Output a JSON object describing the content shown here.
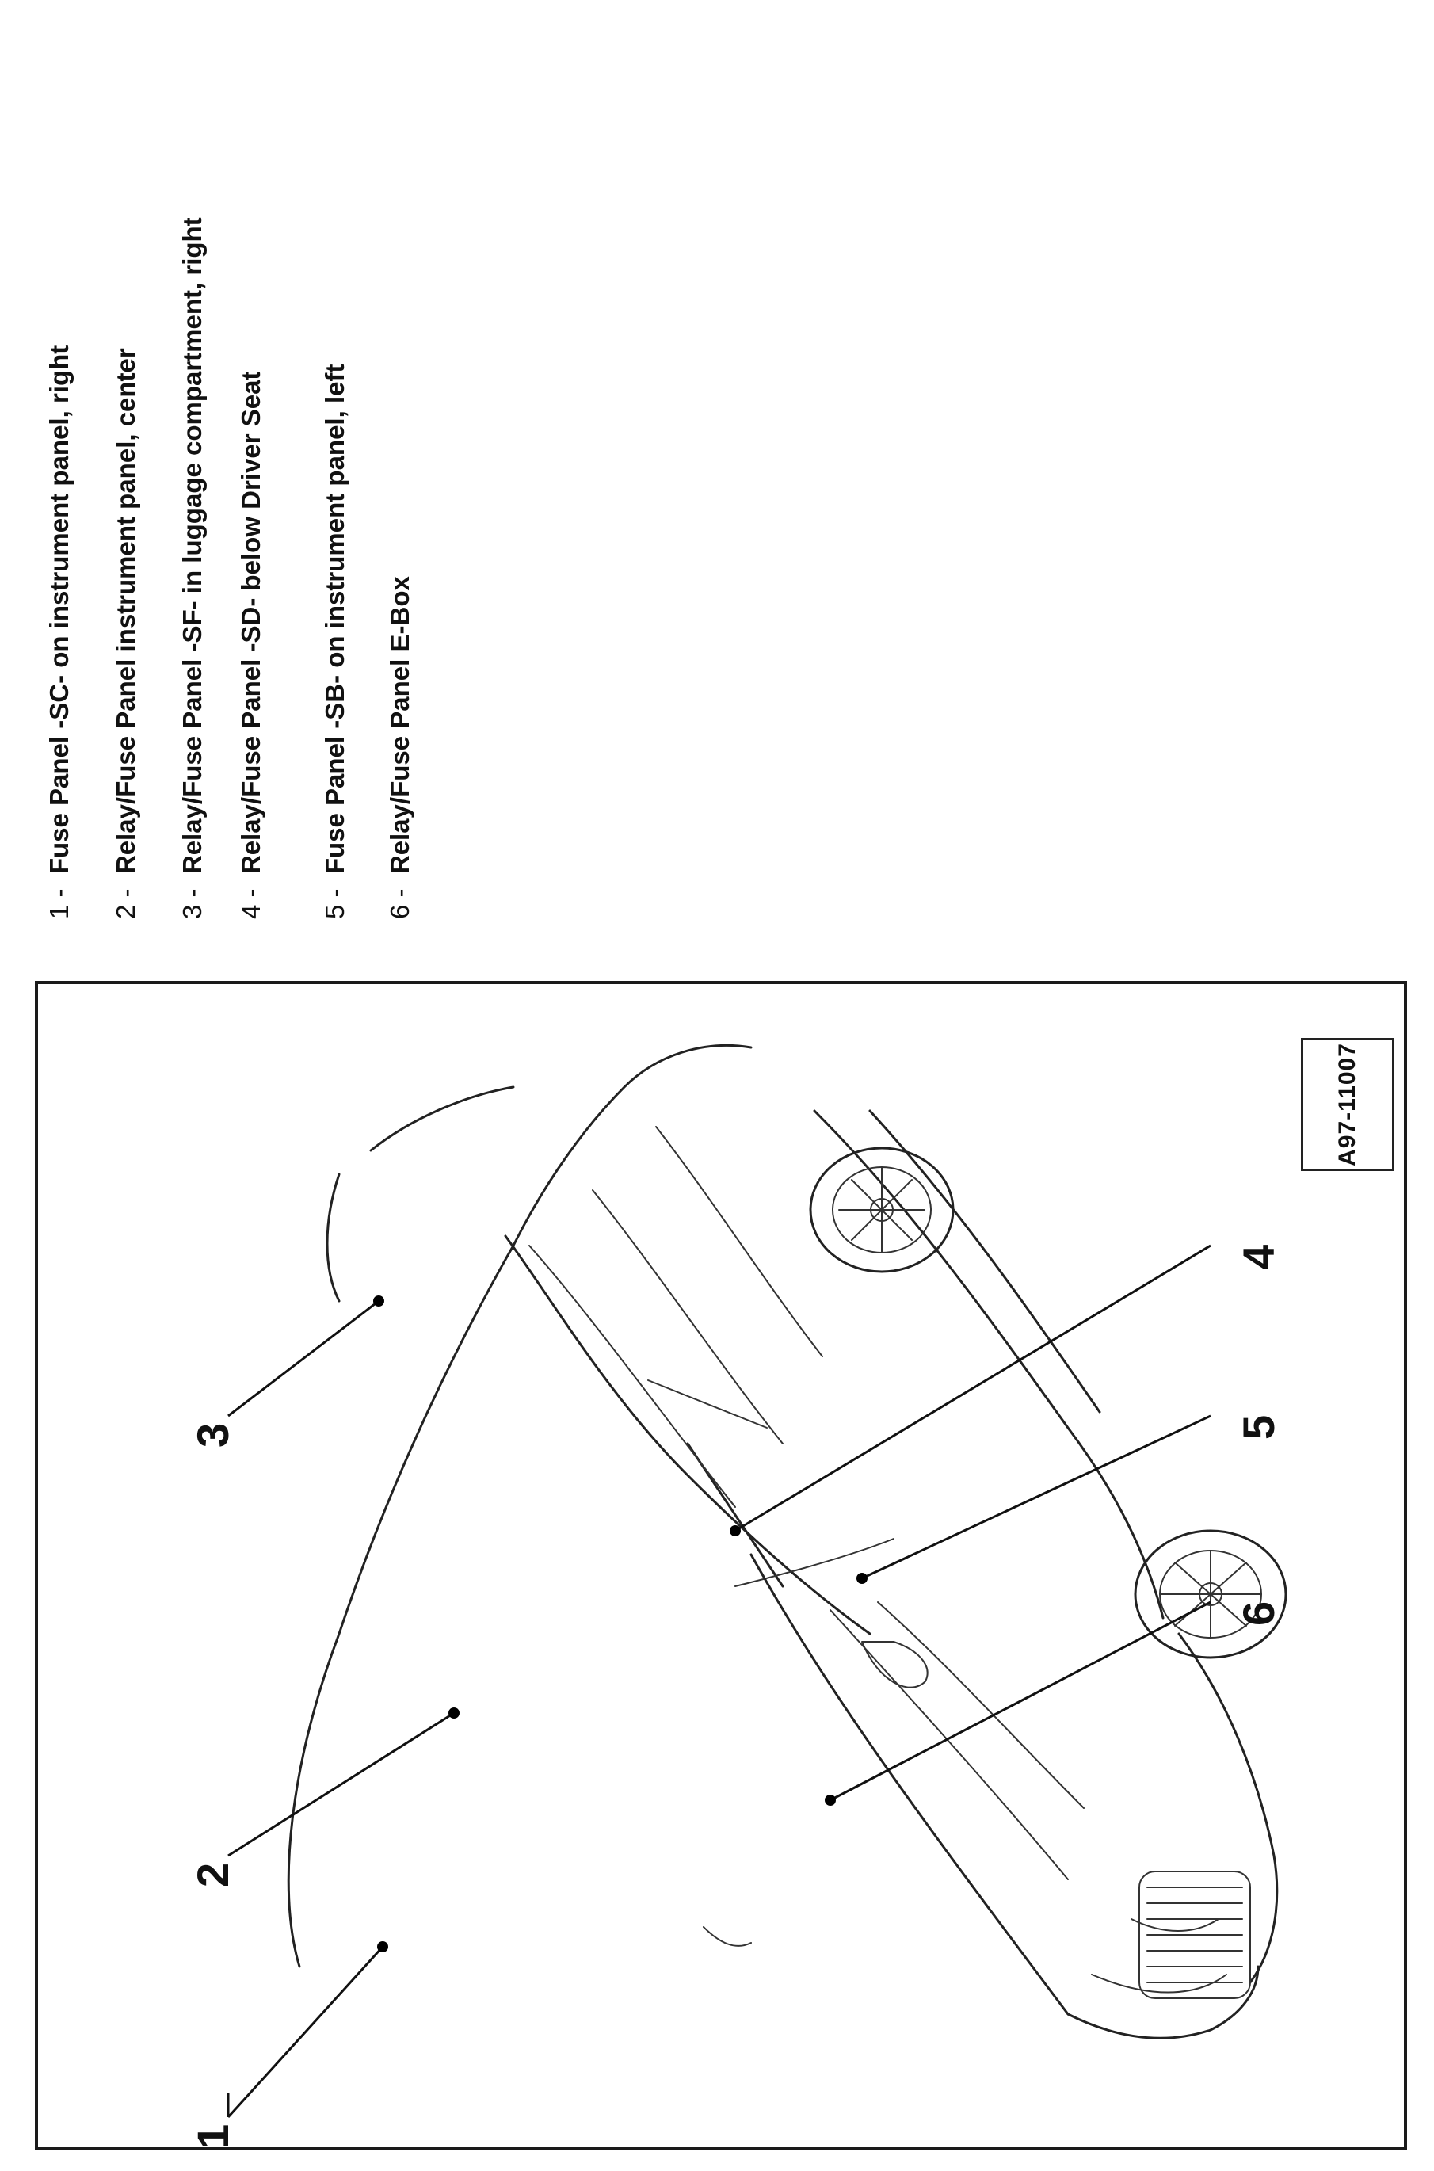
{
  "legend": [
    {
      "num": "1",
      "text": "Fuse Panel -SC- on instrument panel, right"
    },
    {
      "num": "2",
      "text": "Relay/Fuse Panel instrument panel, center"
    },
    {
      "num": "3",
      "text": "Relay/Fuse Panel -SF- in luggage compartment, right"
    },
    {
      "num": "4",
      "text": "Relay/Fuse Panel -SD- below Driver Seat"
    },
    {
      "num": "5",
      "text": "Fuse Panel -SB- on instrument panel, left"
    },
    {
      "num": "6",
      "text": "Relay/Fuse Panel E-Box"
    }
  ],
  "figure": {
    "id": "A97-11007",
    "callouts": [
      "1",
      "2",
      "3",
      "4",
      "5",
      "6"
    ]
  }
}
